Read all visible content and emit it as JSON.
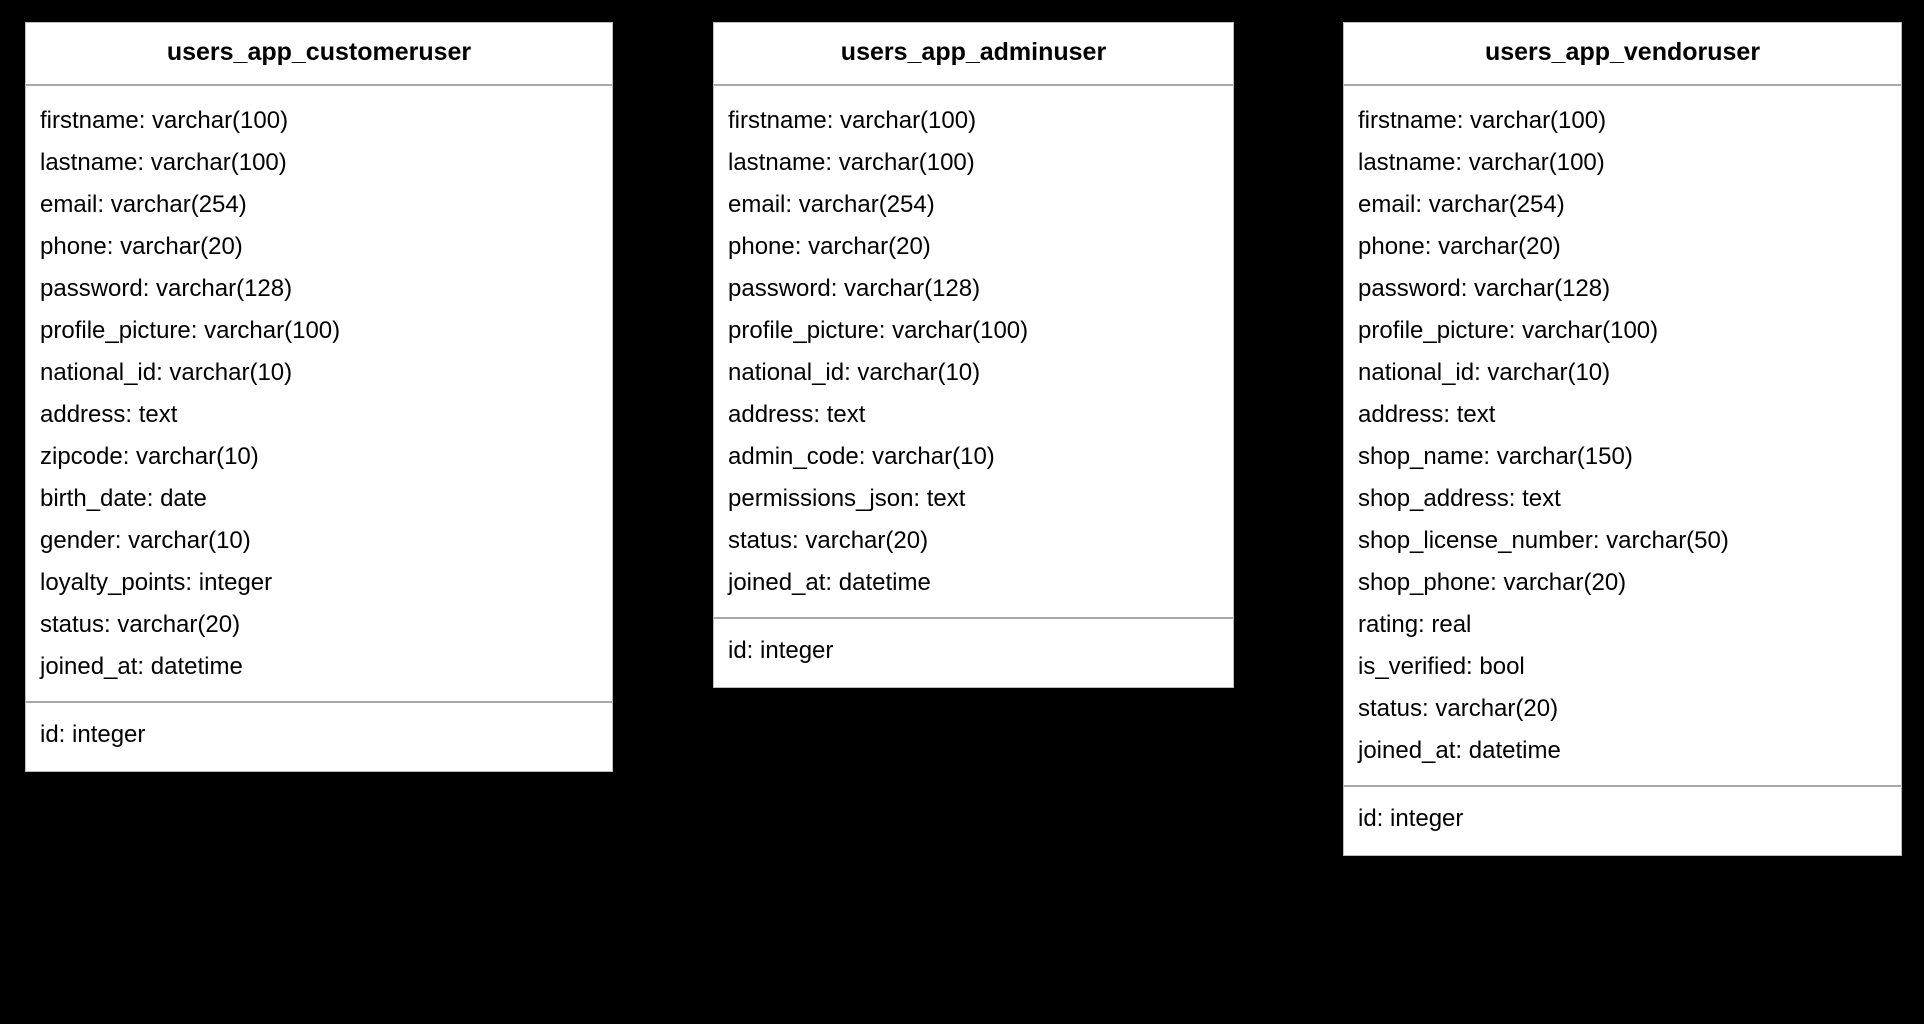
{
  "diagram": {
    "background_color": "#000000",
    "box_background_color": "#ffffff",
    "border_color": "#bdbdbd",
    "divider_color": "#a8a8a8",
    "text_color": "#000000",
    "tables": [
      {
        "name": "users_app_customeruser",
        "fields": [
          "firstname: varchar(100)",
          "lastname: varchar(100)",
          "email: varchar(254)",
          "phone: varchar(20)",
          "password: varchar(128)",
          "profile_picture: varchar(100)",
          "national_id: varchar(10)",
          "address: text",
          "zipcode: varchar(10)",
          "birth_date: date",
          "gender: varchar(10)",
          "loyalty_points: integer",
          "status: varchar(20)",
          "joined_at: datetime"
        ],
        "keys": [
          "id: integer"
        ]
      },
      {
        "name": "users_app_adminuser",
        "fields": [
          "firstname: varchar(100)",
          "lastname: varchar(100)",
          "email: varchar(254)",
          "phone: varchar(20)",
          "password: varchar(128)",
          "profile_picture: varchar(100)",
          "national_id: varchar(10)",
          "address: text",
          "admin_code: varchar(10)",
          "permissions_json: text",
          "status: varchar(20)",
          "joined_at: datetime"
        ],
        "keys": [
          "id: integer"
        ]
      },
      {
        "name": "users_app_vendoruser",
        "fields": [
          "firstname: varchar(100)",
          "lastname: varchar(100)",
          "email: varchar(254)",
          "phone: varchar(20)",
          "password: varchar(128)",
          "profile_picture: varchar(100)",
          "national_id: varchar(10)",
          "address: text",
          "shop_name: varchar(150)",
          "shop_address: text",
          "shop_license_number: varchar(50)",
          "shop_phone: varchar(20)",
          "rating: real",
          "is_verified: bool",
          "status: varchar(20)",
          "joined_at: datetime"
        ],
        "keys": [
          "id: integer"
        ]
      }
    ]
  }
}
